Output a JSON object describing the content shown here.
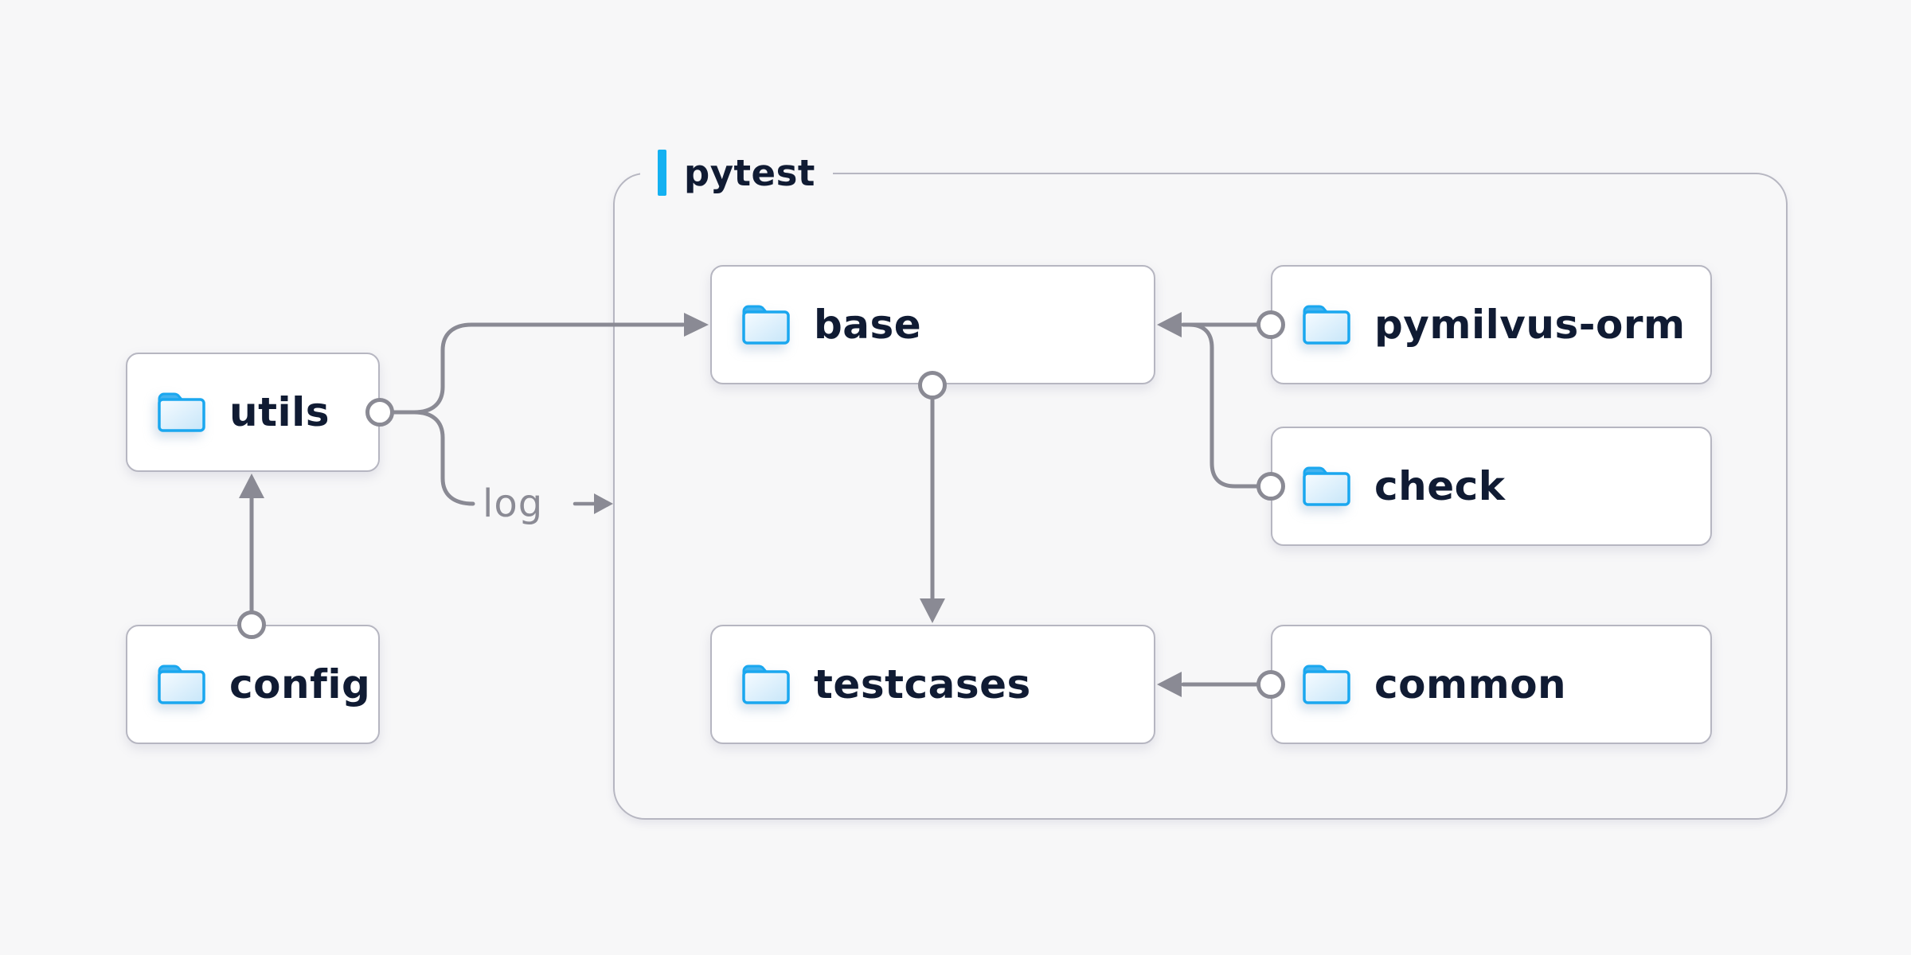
{
  "diagram": {
    "title_group": {
      "label": "pytest"
    },
    "nodes": [
      {
        "id": "utils",
        "label": "utils"
      },
      {
        "id": "config",
        "label": "config"
      },
      {
        "id": "base",
        "label": "base"
      },
      {
        "id": "testcases",
        "label": "testcases"
      },
      {
        "id": "pymilvus-orm",
        "label": "pymilvus-orm"
      },
      {
        "id": "check",
        "label": "check"
      },
      {
        "id": "common",
        "label": "common"
      }
    ],
    "edges": [
      {
        "from": "config",
        "to": "utils",
        "label": ""
      },
      {
        "from": "utils",
        "to": "base",
        "label": ""
      },
      {
        "from": "utils",
        "to": "pytest",
        "label": "log"
      },
      {
        "from": "base",
        "to": "testcases",
        "label": ""
      },
      {
        "from": "pymilvus-orm",
        "to": "base",
        "label": ""
      },
      {
        "from": "check",
        "to": "base",
        "label": ""
      },
      {
        "from": "common",
        "to": "testcases",
        "label": ""
      }
    ],
    "annotations": {
      "log_label": "log"
    }
  },
  "icons": {
    "folder": "folder-icon"
  },
  "colors": {
    "background": "#f7f7f8",
    "accent_blue": "#14b1f1",
    "folder_blue": "#1aa7ef",
    "line_gray": "#8a8a94",
    "box_border": "#b6b6c1",
    "text_navy": "#101b33",
    "label_gray": "#8b8b95",
    "box_bg": "#ffffff"
  }
}
